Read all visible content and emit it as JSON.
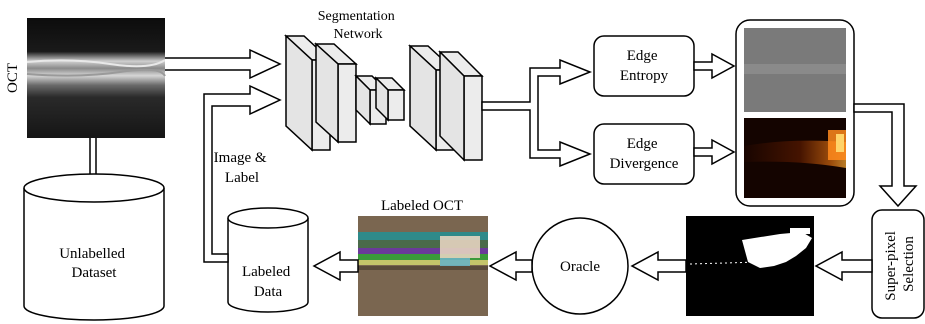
{
  "labels": {
    "oct": "OCT",
    "segmentation_network": [
      "Segmentation",
      "Network"
    ],
    "edge_entropy": [
      "Edge",
      "Entropy"
    ],
    "edge_divergence": [
      "Edge",
      "Divergence"
    ],
    "image_label": [
      "Image &",
      "Label"
    ],
    "unlabelled_dataset": [
      "Unlabelled",
      "Dataset"
    ],
    "labeled_data": [
      "Labeled",
      "Data"
    ],
    "labeled_oct": "Labeled OCT",
    "oracle": "Oracle",
    "superpixel_selection": [
      "Super-pixel",
      "Selection"
    ]
  },
  "colors": {
    "line": "#000000",
    "layer_fill": "#ececec",
    "entropy_map": "#7a7a7a",
    "divergence_map": "#140400",
    "heat_hot": "#ff8a1c",
    "label_background": "#7a6650"
  }
}
